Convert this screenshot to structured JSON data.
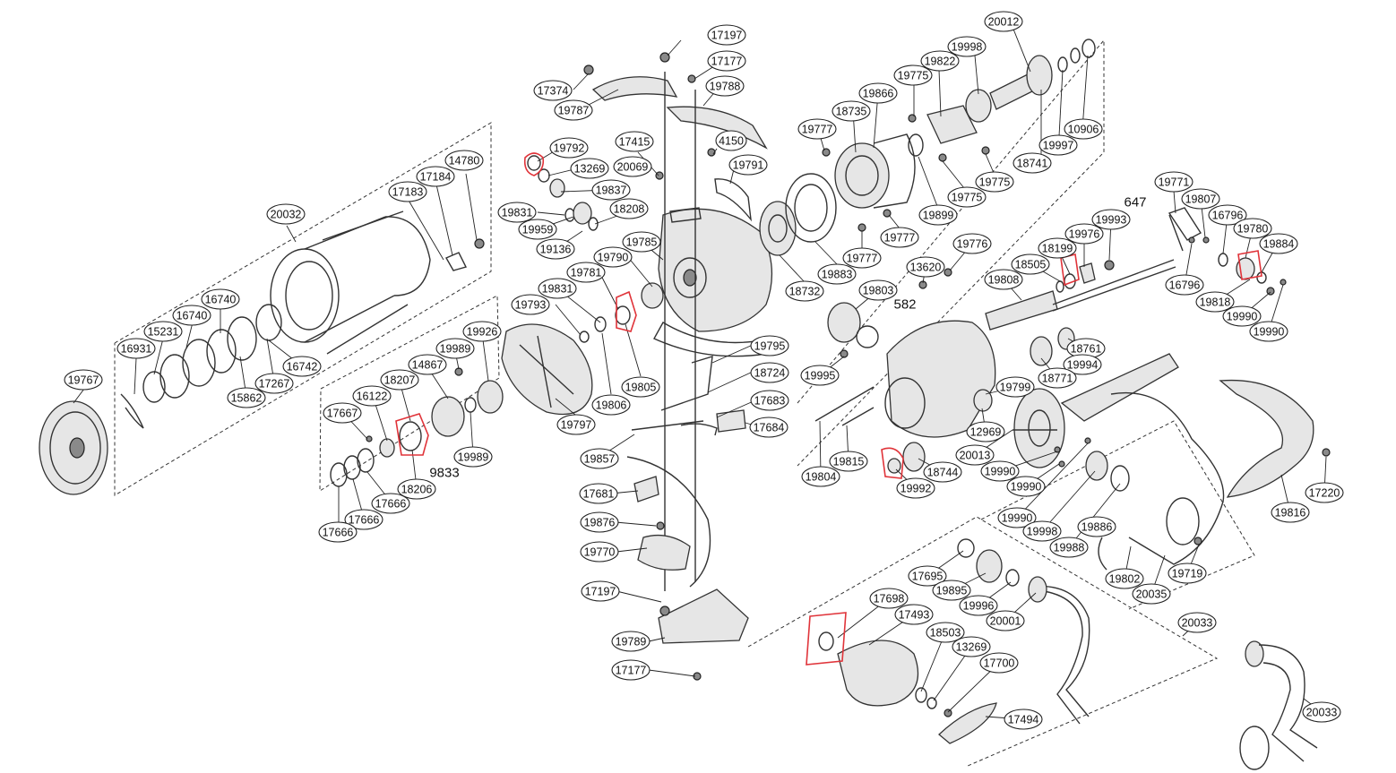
{
  "diagram": {
    "callouts": [
      "20012",
      "19998",
      "19822",
      "19775",
      "19866",
      "18735",
      "19777",
      "10906",
      "19997",
      "18741",
      "19775",
      "19775",
      "19899",
      "19777",
      "19777",
      "18732",
      "19883",
      "17197",
      "17177",
      "19788",
      "17374",
      "19787",
      "17415",
      "4150",
      "19791",
      "19792",
      "13269",
      "20069",
      "19837",
      "19831",
      "18208",
      "19959",
      "19136",
      "19785",
      "19781",
      "19790",
      "19831",
      "19793",
      "19805",
      "19806",
      "19797",
      "19795",
      "18724",
      "17683",
      "17684",
      "19857",
      "17681",
      "19876",
      "19770",
      "17197",
      "19789",
      "17177",
      "20032",
      "14780",
      "17184",
      "17183",
      "19767",
      "16931",
      "15231",
      "16740",
      "16740",
      "15862",
      "17267",
      "16742",
      "19926",
      "19989",
      "14867",
      "18207",
      "16122",
      "17667",
      "18206",
      "19989",
      "17666",
      "17666",
      "17666",
      "19771",
      "19807",
      "16796",
      "19780",
      "19884",
      "16796",
      "19818",
      "19990",
      "19990",
      "19993",
      "19976",
      "18199",
      "18505",
      "19808",
      "19776",
      "13620",
      "19803",
      "18761",
      "19994",
      "18771",
      "19995",
      "19799",
      "12969",
      "19815",
      "19804",
      "18744",
      "19992",
      "20013",
      "19990",
      "19990",
      "19990",
      "19998",
      "19988",
      "19886",
      "19802",
      "20035",
      "19719",
      "19816",
      "17220",
      "17695",
      "19895",
      "19996",
      "20001",
      "17698",
      "17493",
      "18503",
      "13269",
      "17700",
      "17494",
      "20033",
      "20033"
    ],
    "free_labels": [
      "647",
      "582",
      "9833"
    ]
  }
}
